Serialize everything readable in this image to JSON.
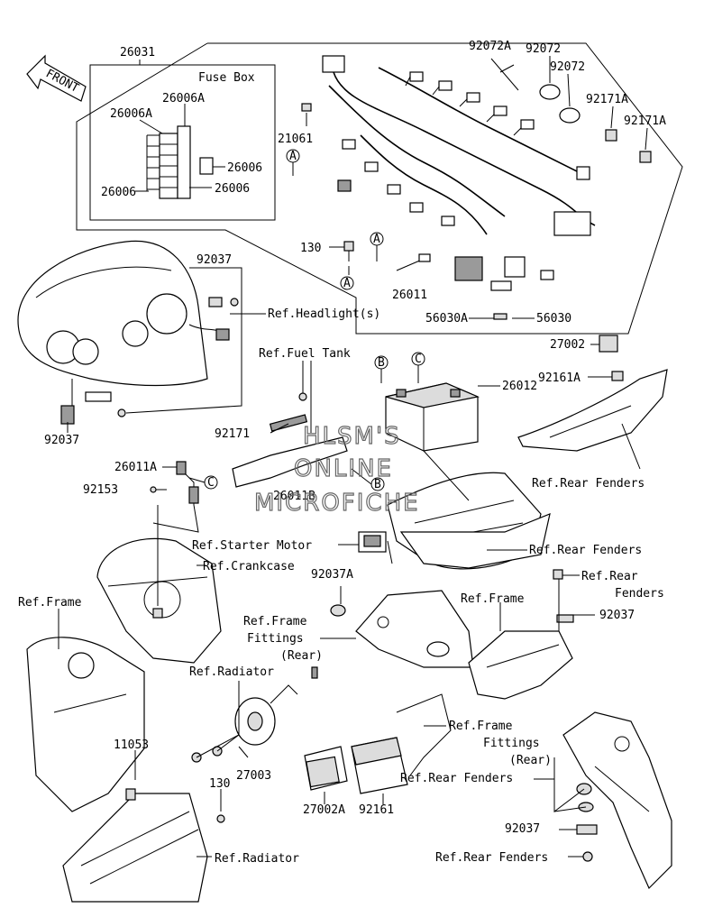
{
  "watermark": {
    "line1": "HLSM'S",
    "line2": "ONLINE",
    "line3": "MICROFICHE"
  },
  "front_arrow": "FRONT",
  "fuse_box": {
    "title": "Fuse Box"
  },
  "callouts": {
    "A": "A",
    "B": "B",
    "C": "C"
  },
  "part_numbers": {
    "p26031": "26031",
    "p26006A_top": "26006A",
    "p26006A_left": "26006A",
    "p26006_right_upper": "26006",
    "p26006_right_lower": "26006",
    "p26006_left_lower": "26006",
    "p92072A": "92072A",
    "p92072_top": "92072",
    "p92072_lower": "92072",
    "p92171A_upper": "92171A",
    "p92171A_lower": "92171A",
    "p21061": "21061",
    "p130_upper": "130",
    "p92037_upper": "92037",
    "p26011": "26011",
    "p56030A": "56030A",
    "p56030": "56030",
    "p27002": "27002",
    "p92161A": "92161A",
    "p92037_left": "92037",
    "p26012": "26012",
    "p92171": "92171",
    "p26011A": "26011A",
    "p26011B": "26011B",
    "p92153": "92153",
    "p92037A": "92037A",
    "p92037_right": "92037",
    "p11053": "11053",
    "p130_lower": "130",
    "p27003": "27003",
    "p27002A": "27002A",
    "p92161": "92161",
    "p92037_bottom": "92037"
  },
  "references": {
    "headlights": "Ref.Headlight(s)",
    "fuel_tank": "Ref.Fuel Tank",
    "rear_fenders_1": "Ref.Rear Fenders",
    "starter_motor": "Ref.Starter Motor",
    "rear_fenders_2": "Ref.Rear Fenders",
    "crankcase": "Ref.Crankcase",
    "rear_fenders_3a": "Ref.Rear",
    "rear_fenders_3b": "Fenders",
    "frame_left": "Ref.Frame",
    "frame_right": "Ref.Frame",
    "frame_fittings_1a": "Ref.Frame",
    "frame_fittings_1b": "Fittings",
    "frame_fittings_1c": "(Rear)",
    "radiator_upper": "Ref.Radiator",
    "frame_fittings_2a": "Ref.Frame",
    "frame_fittings_2b": "Fittings",
    "frame_fittings_2c": "(Rear)",
    "rear_fenders_4": "Ref.Rear Fenders",
    "rear_fenders_5": "Ref.Rear Fenders",
    "radiator_lower": "Ref.Radiator"
  }
}
